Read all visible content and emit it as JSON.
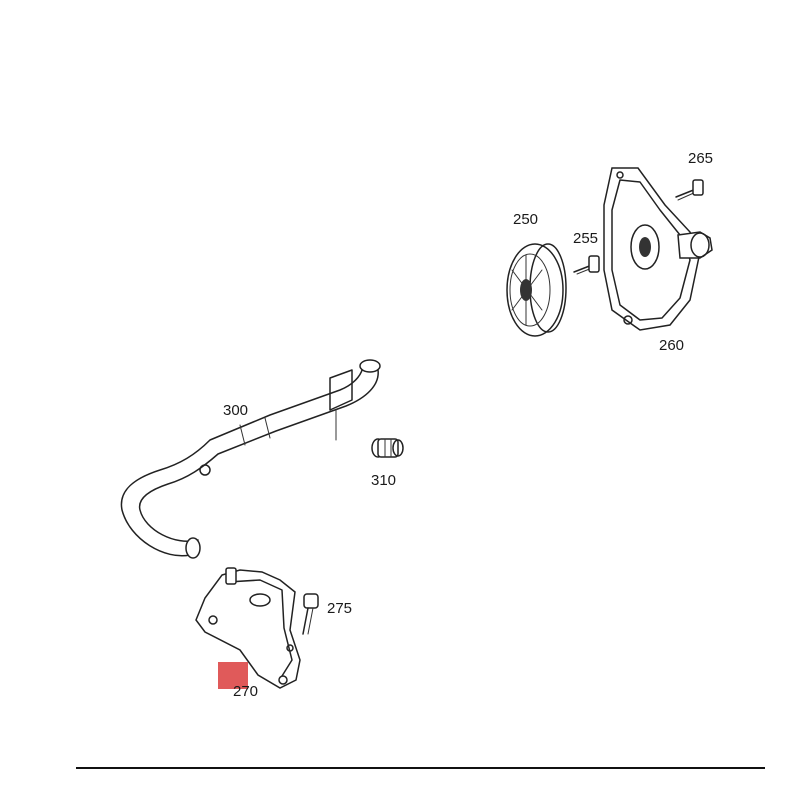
{
  "callouts": {
    "p250": "250",
    "p255": "255",
    "p260": "260",
    "p265": "265",
    "p270": "270",
    "p275": "275",
    "p300": "300",
    "p310": "310"
  },
  "colors": {
    "highlight": "#e05a5a",
    "linework": "#222222"
  }
}
